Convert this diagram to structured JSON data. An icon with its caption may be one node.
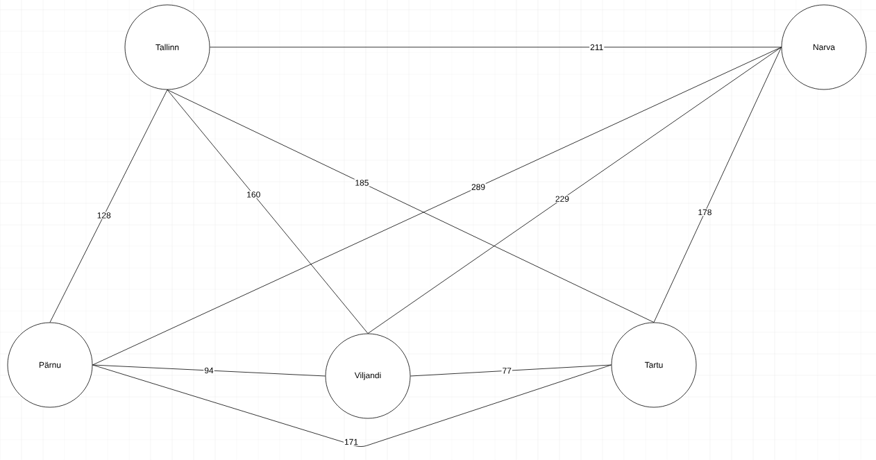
{
  "diagram": {
    "nodes": [
      {
        "text": [
          "Tallinn"
        ]
      },
      {
        "text": [
          "Narva"
        ]
      },
      {
        "text": [
          "Pärnu"
        ]
      },
      {
        "text": [
          "Viljandi"
        ]
      },
      {
        "text": [
          "Tartu"
        ]
      }
    ],
    "edges": [
      {
        "from": 0,
        "to": 1,
        "arrow": "none",
        "label": "211"
      },
      {
        "from": 0,
        "to": 2,
        "arrow": "none",
        "label": "128"
      },
      {
        "from": 0,
        "to": 3,
        "arrow": "none",
        "label": "160"
      },
      {
        "from": 0,
        "to": 4,
        "arrow": "none",
        "label": "185"
      },
      {
        "from": 2,
        "to": 1,
        "arrow": "none",
        "label": "289"
      },
      {
        "from": 3,
        "to": 1,
        "arrow": "none",
        "label": "229"
      },
      {
        "from": 4,
        "to": 1,
        "arrow": "none",
        "label": "178"
      },
      {
        "from": 2,
        "to": 3,
        "arrow": "none",
        "label": "94"
      },
      {
        "from": 3,
        "to": 4,
        "arrow": "none",
        "label": "77"
      },
      {
        "from": 2,
        "to": 4,
        "arrow": "none",
        "label": "171"
      }
    ]
  }
}
